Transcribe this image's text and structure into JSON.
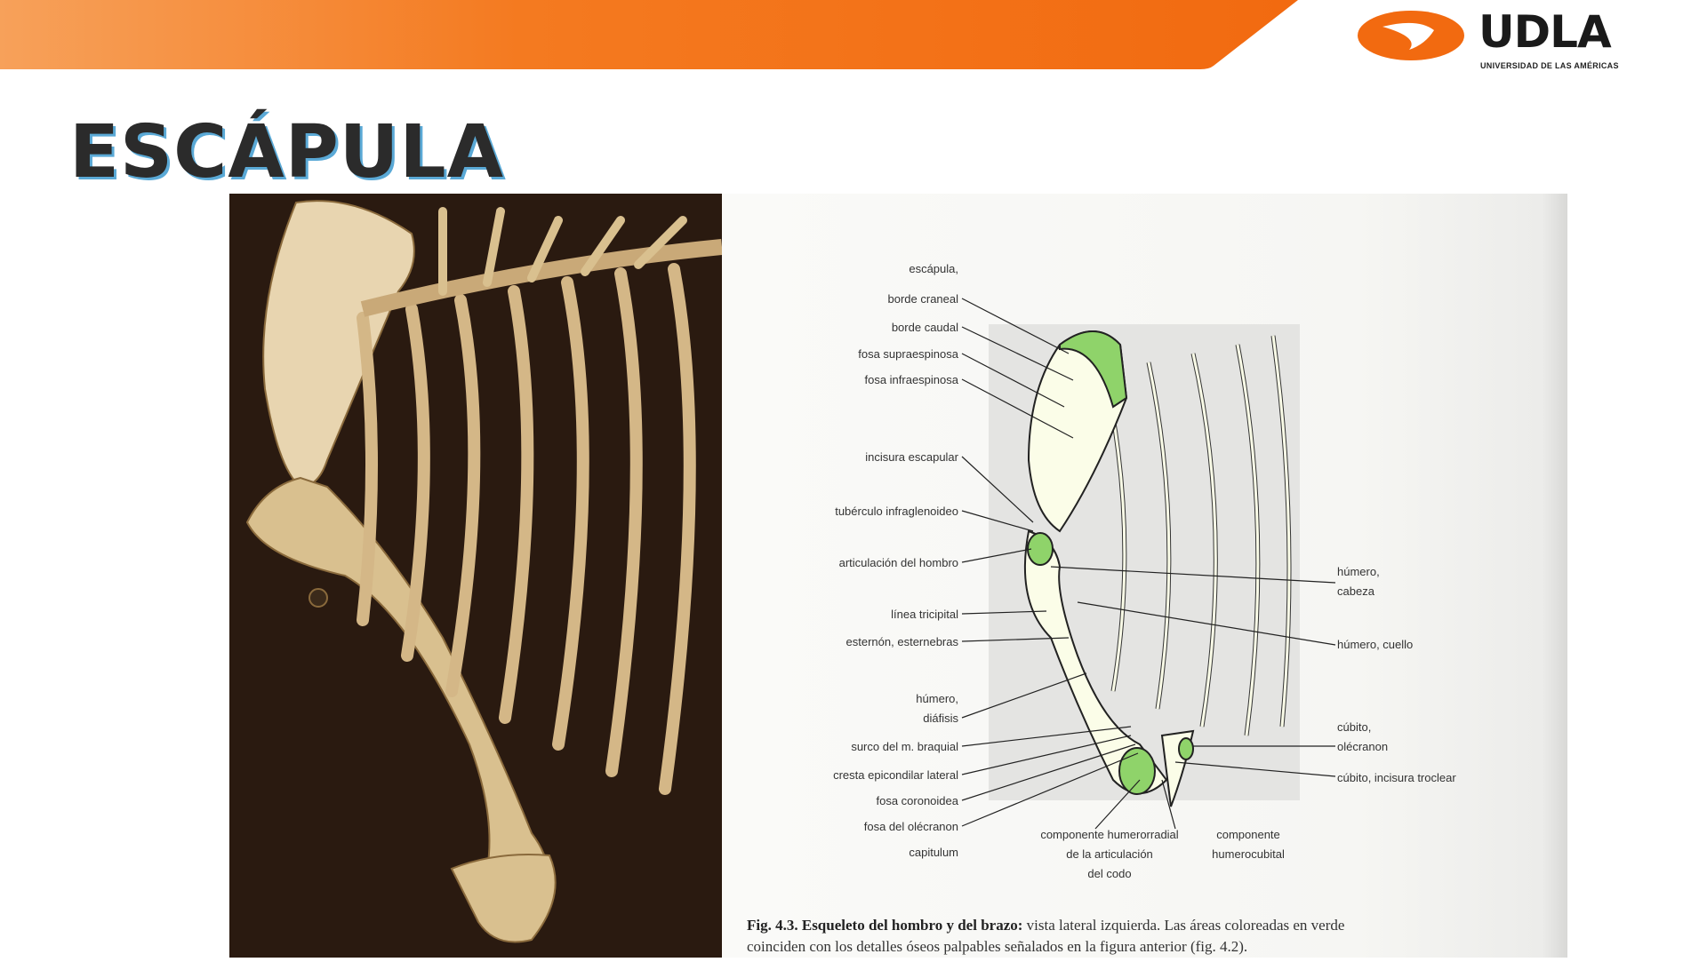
{
  "slide": {
    "title": "ESCÁPULA"
  },
  "logo": {
    "wordmark": "UDLA",
    "subtitle": "UNIVERSIDAD DE LAS AMÉRICAS"
  },
  "colors": {
    "brand_orange": "#f26a10",
    "title_shadow": "#5aa9d6",
    "palpable_green": "#8fd36a"
  },
  "figure": {
    "left_labels": [
      "escápula,",
      "borde craneal",
      "borde caudal",
      "fosa supraespinosa",
      "fosa infraespinosa",
      "incisura escapular",
      "tubérculo infraglenoideo",
      "articulación del hombro",
      "línea tricipital",
      "esternón, esternebras",
      "húmero,",
      "diáfisis",
      "surco del m. braquial",
      "cresta epicondilar lateral",
      "fosa coronoidea",
      "fosa del olécranon",
      "capitulum"
    ],
    "right_labels": [
      "húmero,",
      "cabeza",
      "húmero, cuello",
      "cúbito,",
      "olécranon",
      "cúbito, incisura troclear"
    ],
    "bottom_labels": [
      "componente humerorradial",
      "de la articulación",
      "del codo",
      "componente",
      "humerocubital"
    ],
    "caption_bold": "Fig. 4.3. Esqueleto del hombro y del brazo:",
    "caption_line1": " vista lateral izquierda. Las áreas coloreadas en verde",
    "caption_line2": "coinciden con los detalles óseos palpables señalados en la figura anterior (fig. 4.2)."
  }
}
